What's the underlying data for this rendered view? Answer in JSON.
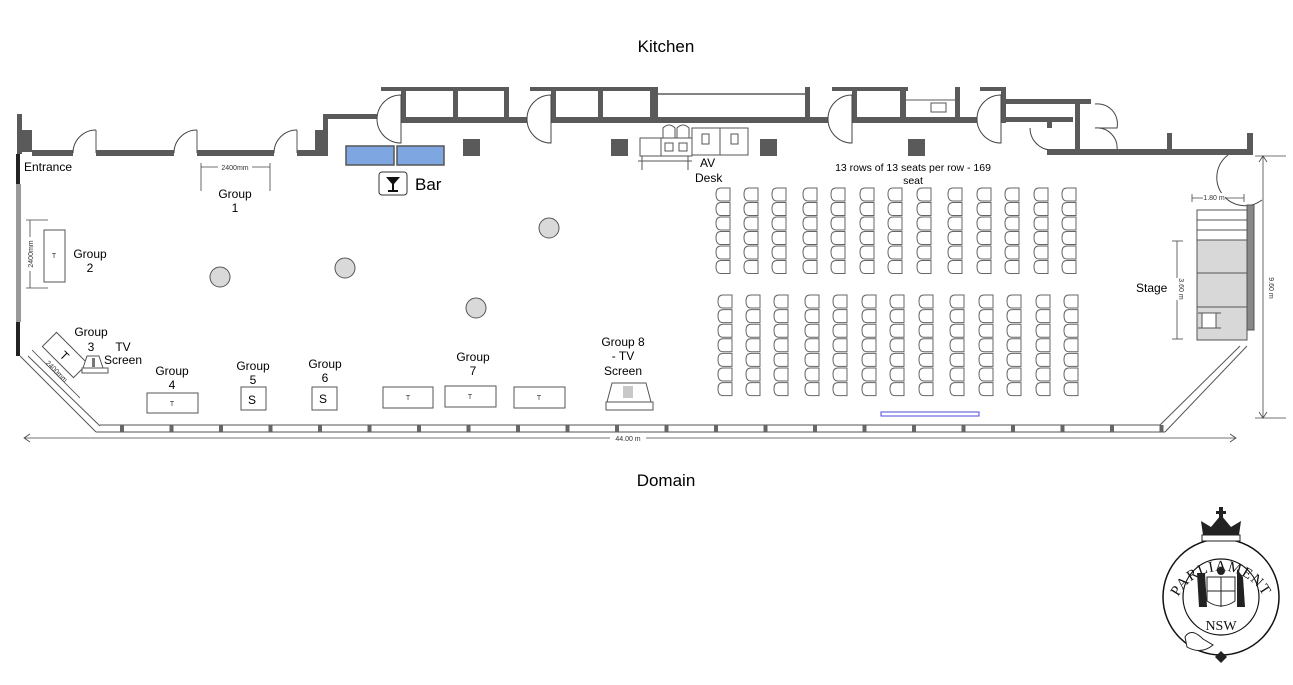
{
  "title": "Function room floor plan",
  "labels": {
    "kitchen": "Kitchen",
    "domain": "Domain",
    "entrance": "Entrance",
    "bar": "Bar",
    "av_desk_line1": "AV",
    "av_desk_line2": "Desk",
    "seating_note_line1": "13 rows of 13 seats per row - 169",
    "seating_note_line2": "seat",
    "stage": "Stage",
    "tv_screen_line1": "TV",
    "tv_screen_line2": "Screen"
  },
  "groups": [
    {
      "id": "1",
      "line1": "Group",
      "line2": "1",
      "table": ""
    },
    {
      "id": "2",
      "line1": "Group",
      "line2": "2",
      "table": "T"
    },
    {
      "id": "3",
      "line1": "Group",
      "line2": "3",
      "table": "T"
    },
    {
      "id": "4",
      "line1": "Group",
      "line2": "4",
      "table": "T"
    },
    {
      "id": "5",
      "line1": "Group",
      "line2": "5",
      "table": "S"
    },
    {
      "id": "6",
      "line1": "Group",
      "line2": "6",
      "table": "S"
    },
    {
      "id": "7",
      "line1": "Group",
      "line2": "7",
      "tables": [
        "T",
        "T",
        "T"
      ]
    },
    {
      "id": "8",
      "line1": "Group 8",
      "line2": "- TV",
      "line3": "Screen"
    }
  ],
  "dimensions": {
    "group1_width": "2400mm",
    "group2_height": "2400mm",
    "group3_diag": "2400mm",
    "room_length": "44.00 m",
    "room_depth": "9.60 m",
    "stage_width": "1.80 m",
    "stage_depth": "3.60 m"
  },
  "seating": {
    "columns": 13,
    "upper_block_rows": 6,
    "lower_block_rows": 7,
    "total_seats": 169
  },
  "logo": {
    "arc_text": "PARLIAMENT",
    "sub_text": "NSW"
  }
}
